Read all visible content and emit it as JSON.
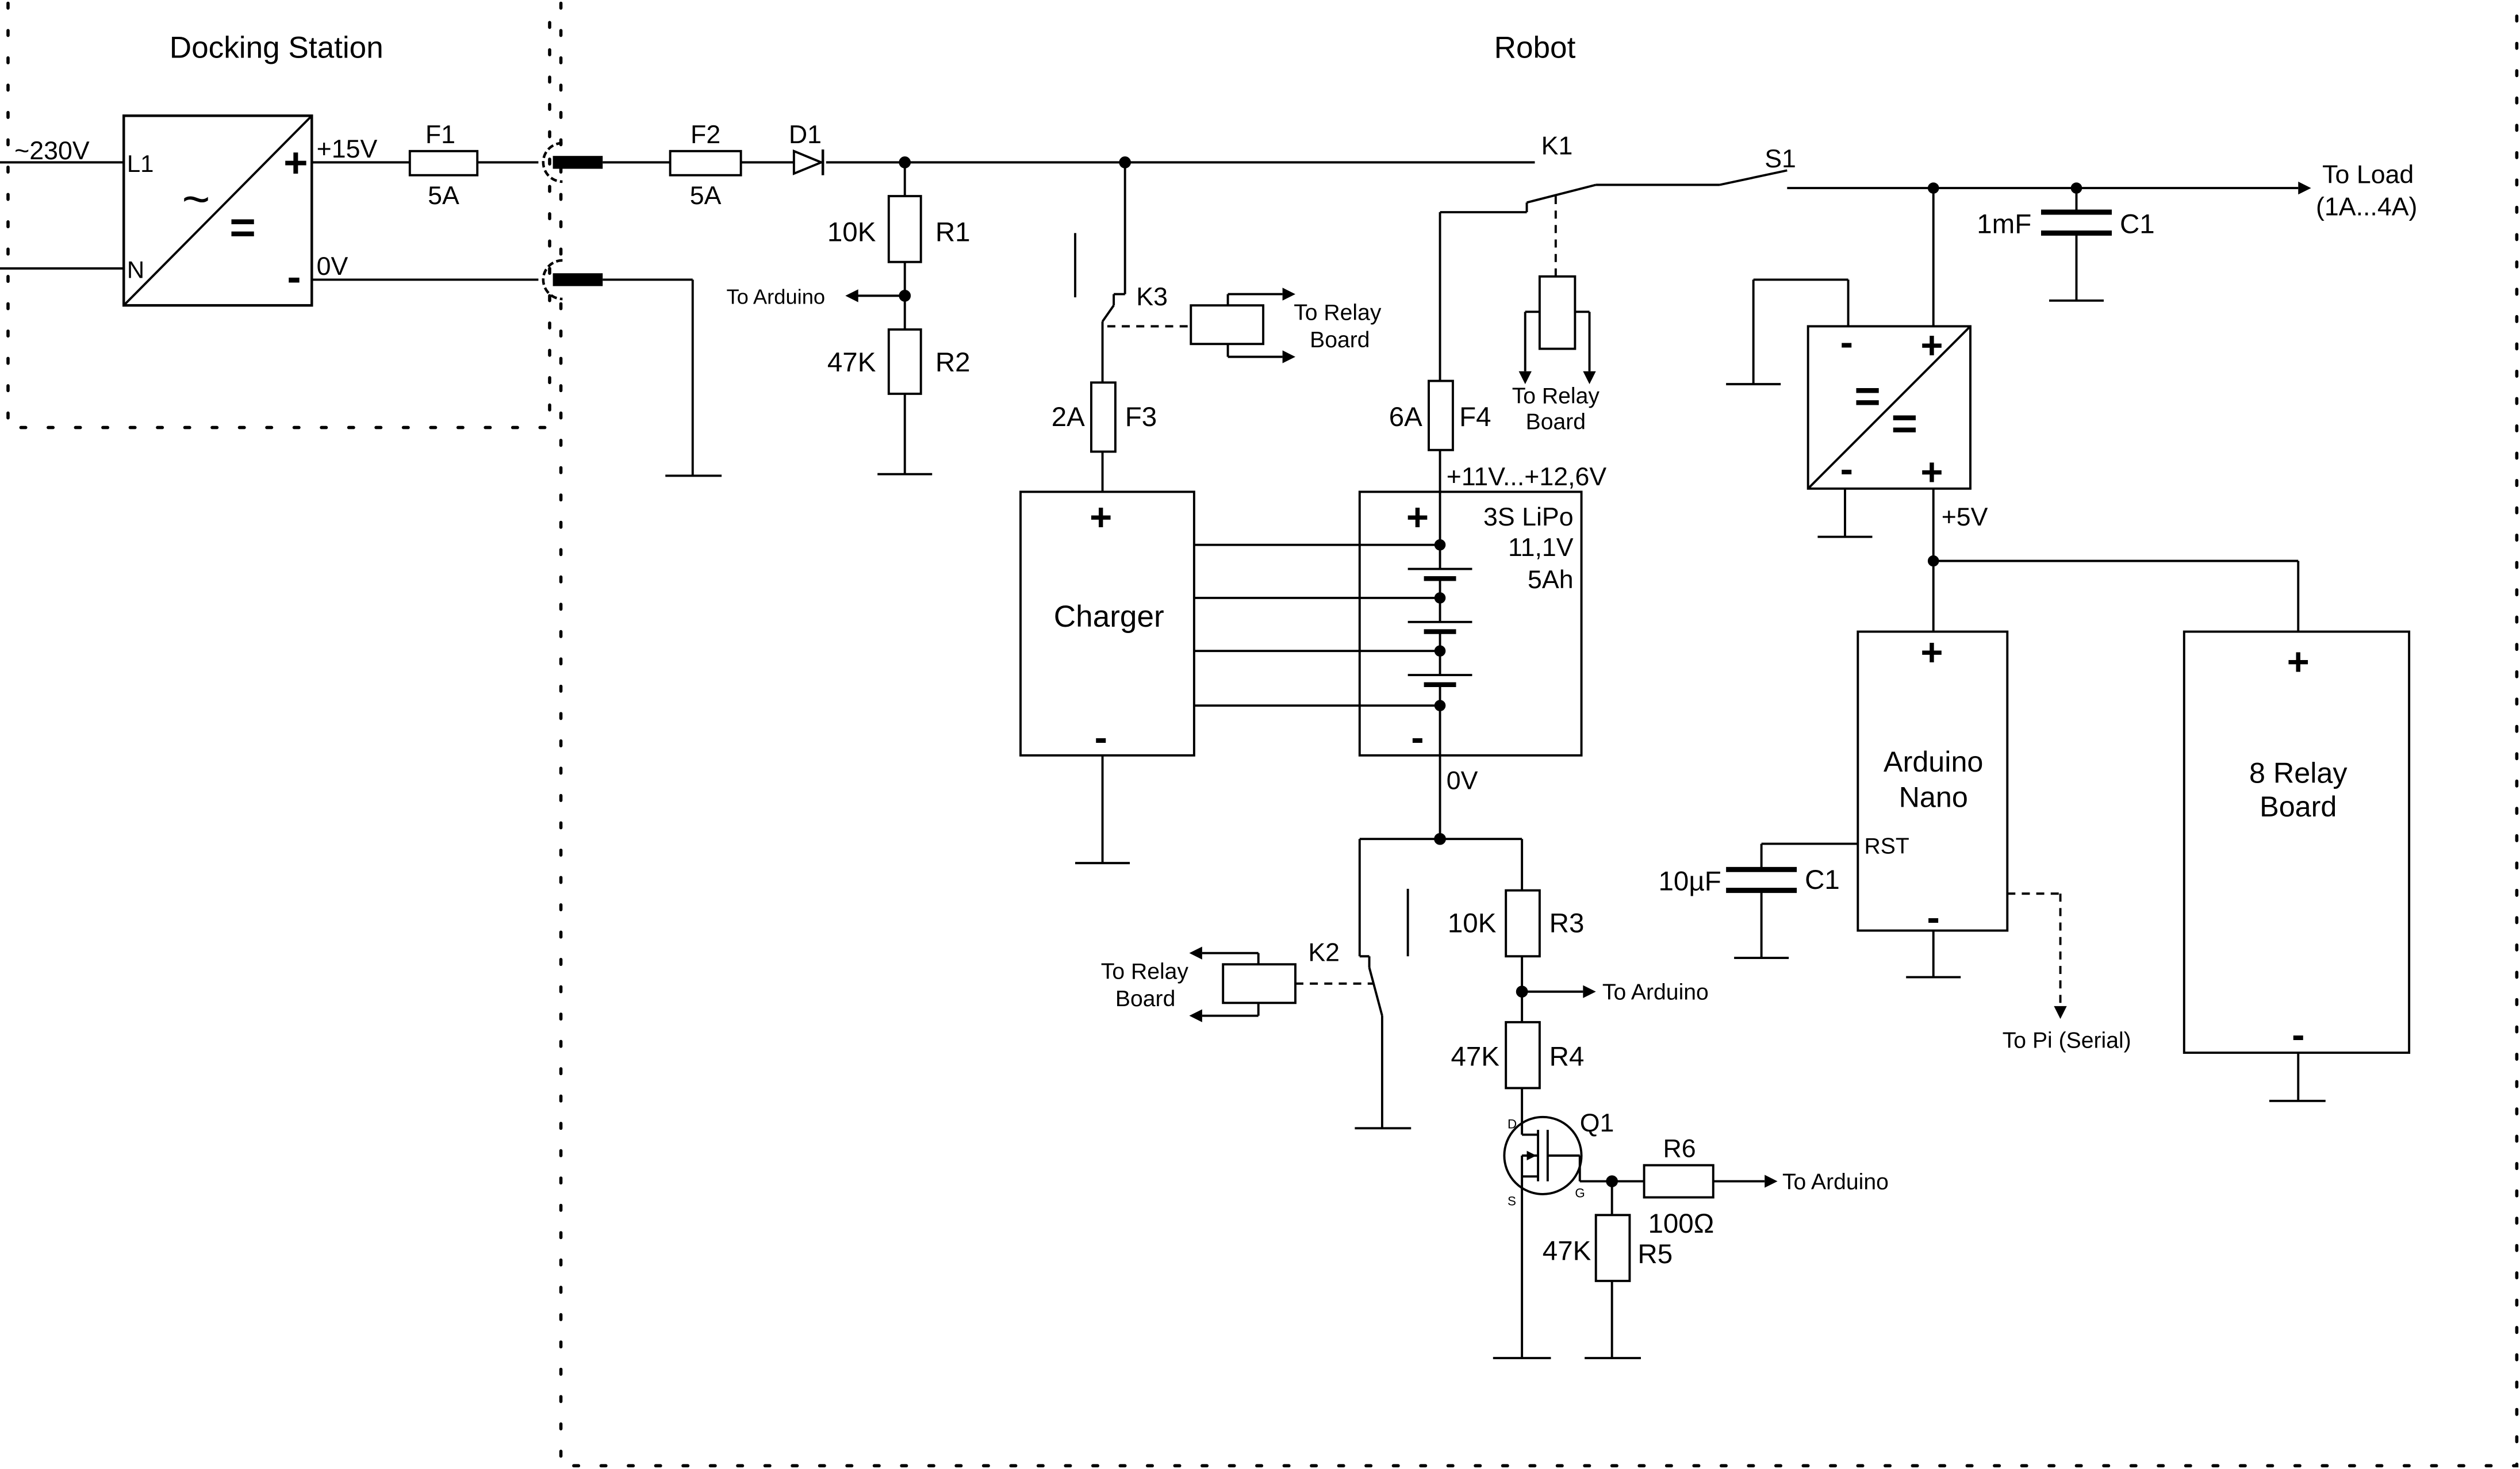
{
  "sections": {
    "docking": "Docking Station",
    "robot": "Robot"
  },
  "psu": {
    "ac_in": "~230V",
    "l1": "L1",
    "n": "N",
    "ac_symbol": "~",
    "dc_symbol": "=",
    "plus": "+",
    "minus": "-",
    "out_pos": "+15V",
    "out_neg": "0V"
  },
  "fuses": {
    "f1": {
      "name": "F1",
      "value": "5A"
    },
    "f2": {
      "name": "F2",
      "value": "5A"
    },
    "f3": {
      "name": "F3",
      "value": "2A"
    },
    "f4": {
      "name": "F4",
      "value": "6A"
    }
  },
  "diode": {
    "name": "D1"
  },
  "resistors": {
    "r1": {
      "name": "R1",
      "value": "10K"
    },
    "r2": {
      "name": "R2",
      "value": "47K"
    },
    "r3": {
      "name": "R3",
      "value": "10K"
    },
    "r4": {
      "name": "R4",
      "value": "47K"
    },
    "r5": {
      "name": "R5",
      "value": "47K"
    },
    "r6": {
      "name": "R6",
      "value": "100Ω"
    }
  },
  "relays": {
    "k1": "K1",
    "k2": "K2",
    "k3": "K3"
  },
  "switch": {
    "name": "S1"
  },
  "labels": {
    "to_arduino": "To Arduino",
    "to_relay_board_line1": "To Relay",
    "to_relay_board_line2": "Board",
    "to_load_line1": "To Load",
    "to_load_line2": "(1A...4A)",
    "to_pi": "To Pi (Serial)"
  },
  "capacitors": {
    "c_load": {
      "name": "C1",
      "value": "1mF"
    },
    "c_reset": {
      "name": "C1",
      "value": "10µF"
    }
  },
  "battery": {
    "voltage_range": "+11V...+12,6V",
    "type": "3S LiPo",
    "nominal": "11,1V",
    "capacity": "5Ah",
    "gnd": "0V"
  },
  "charger": {
    "label": "Charger"
  },
  "dcdc": {
    "out": "+5V"
  },
  "arduino": {
    "line1": "Arduino",
    "line2": "Nano",
    "rst": "RST"
  },
  "relay_board": {
    "line1": "8 Relay",
    "line2": "Board"
  },
  "mosfet": {
    "name": "Q1",
    "d": "D",
    "s": "S",
    "g": "G"
  }
}
